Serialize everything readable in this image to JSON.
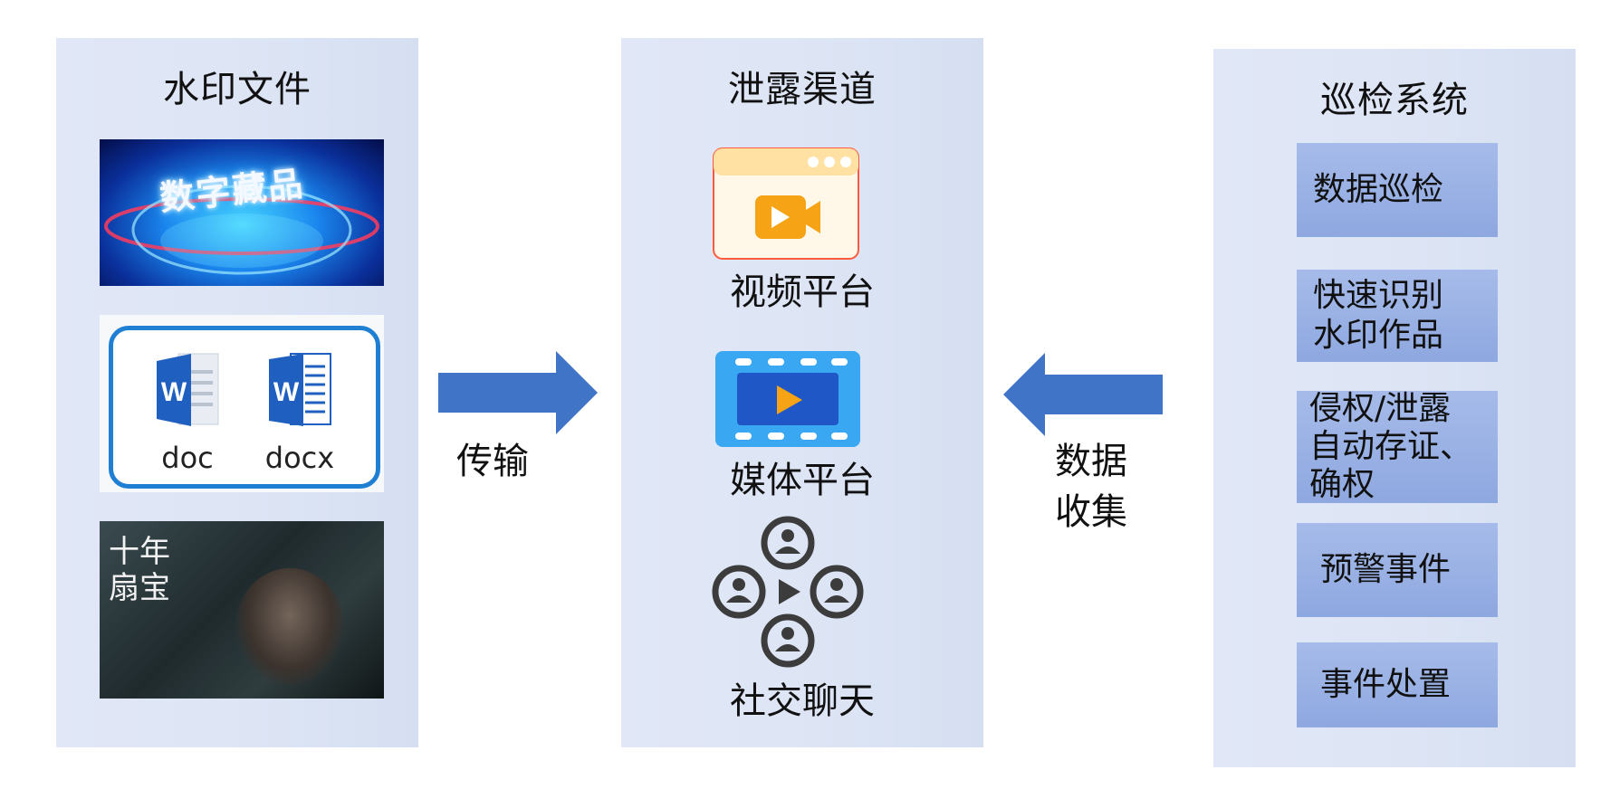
{
  "left_panel": {
    "title": "水印文件",
    "nft_image_text": "数字藏品",
    "doc_labels": [
      "doc",
      "docx"
    ],
    "poster_text": "十年\n扇宝",
    "word_icon_letter": "W"
  },
  "middle_panel": {
    "title": "泄露渠道",
    "channels": [
      {
        "label": "视频平台",
        "icon": "video-browser-icon"
      },
      {
        "label": "媒体平台",
        "icon": "film-strip-icon"
      },
      {
        "label": "社交聊天",
        "icon": "people-network-icon"
      }
    ]
  },
  "right_panel": {
    "title": "巡检系统",
    "steps": [
      "数据巡检",
      "快速识别\n水印作品",
      "侵权/泄露\n自动存证、\n确权",
      "预警事件",
      "事件处置"
    ]
  },
  "arrows": {
    "transfer_label": "传输",
    "collect_label": "数据\n收集"
  },
  "colors": {
    "arrow": "#3f74c7",
    "panel": "#dfe6f6",
    "step_box": "#98b1e4",
    "doc_frame": "#1f7fd3"
  }
}
